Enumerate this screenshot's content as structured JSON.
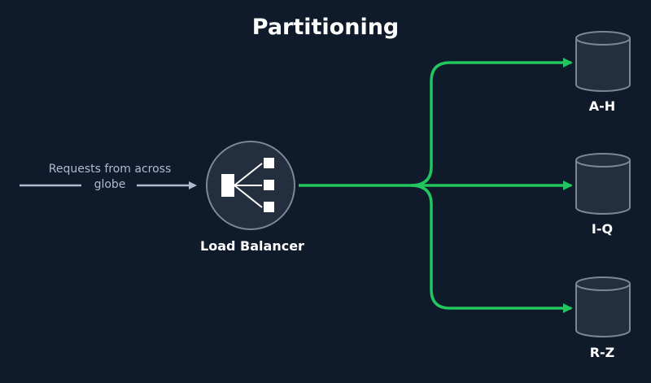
{
  "title": "Partitioning",
  "source": {
    "label": "Requests from across globe"
  },
  "load_balancer": {
    "label": "Load Balancer",
    "icon": "load-balancer-icon"
  },
  "partitions": [
    {
      "label": "A-H",
      "icon": "database-icon"
    },
    {
      "label": "I-Q",
      "icon": "database-icon"
    },
    {
      "label": "R-Z",
      "icon": "database-icon"
    }
  ],
  "colors": {
    "background": "#0f1a2b",
    "request_arrow": "#aebbd0",
    "routing_arrow": "#22c55e",
    "node_fill": "#232f3e",
    "node_stroke": "#7b8696",
    "icon": "#ffffff"
  }
}
